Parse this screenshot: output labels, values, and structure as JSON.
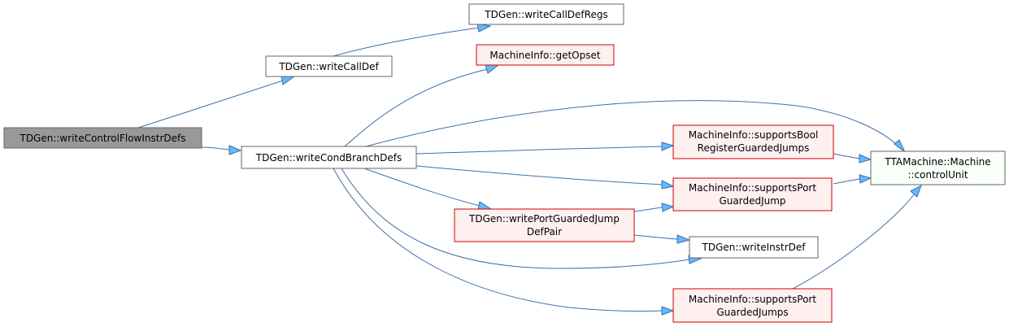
{
  "graph": {
    "nodes": {
      "root": {
        "lines": [
          "TDGen::writeControlFlowInstrDefs"
        ],
        "style": "root"
      },
      "writeCallDef": {
        "lines": [
          "TDGen::writeCallDef"
        ],
        "style": "normal"
      },
      "writeCallDefRegs": {
        "lines": [
          "TDGen::writeCallDefRegs"
        ],
        "style": "normal"
      },
      "getOpset": {
        "lines": [
          "MachineInfo::getOpset"
        ],
        "style": "red"
      },
      "writeCondBranchDefs": {
        "lines": [
          "TDGen::writeCondBranchDefs"
        ],
        "style": "normal"
      },
      "supportsBoolRegisterGuardedJumps": {
        "lines": [
          "MachineInfo::supportsBool",
          "RegisterGuardedJumps"
        ],
        "style": "red"
      },
      "supportsPortGuardedJump": {
        "lines": [
          "MachineInfo::supportsPort",
          "GuardedJump"
        ],
        "style": "red"
      },
      "writePortGuardedJumpDefPair": {
        "lines": [
          "TDGen::writePortGuardedJump",
          "DefPair"
        ],
        "style": "red"
      },
      "writeInstrDef": {
        "lines": [
          "TDGen::writeInstrDef"
        ],
        "style": "normal"
      },
      "supportsPortGuardedJumps": {
        "lines": [
          "MachineInfo::supportsPort",
          "GuardedJumps"
        ],
        "style": "red"
      },
      "controlUnit": {
        "lines": [
          "TTAMachine::Machine",
          "::controlUnit"
        ],
        "style": "green"
      }
    },
    "colors": {
      "root_fill": "#999999",
      "normal_fill": "#ffffff",
      "red_fill": "#fff0f0",
      "red_stroke": "#cc0000",
      "green_fill": "#f9fff9",
      "edge": "#3e6fa6",
      "arrowhead": "#63b8ff"
    }
  }
}
